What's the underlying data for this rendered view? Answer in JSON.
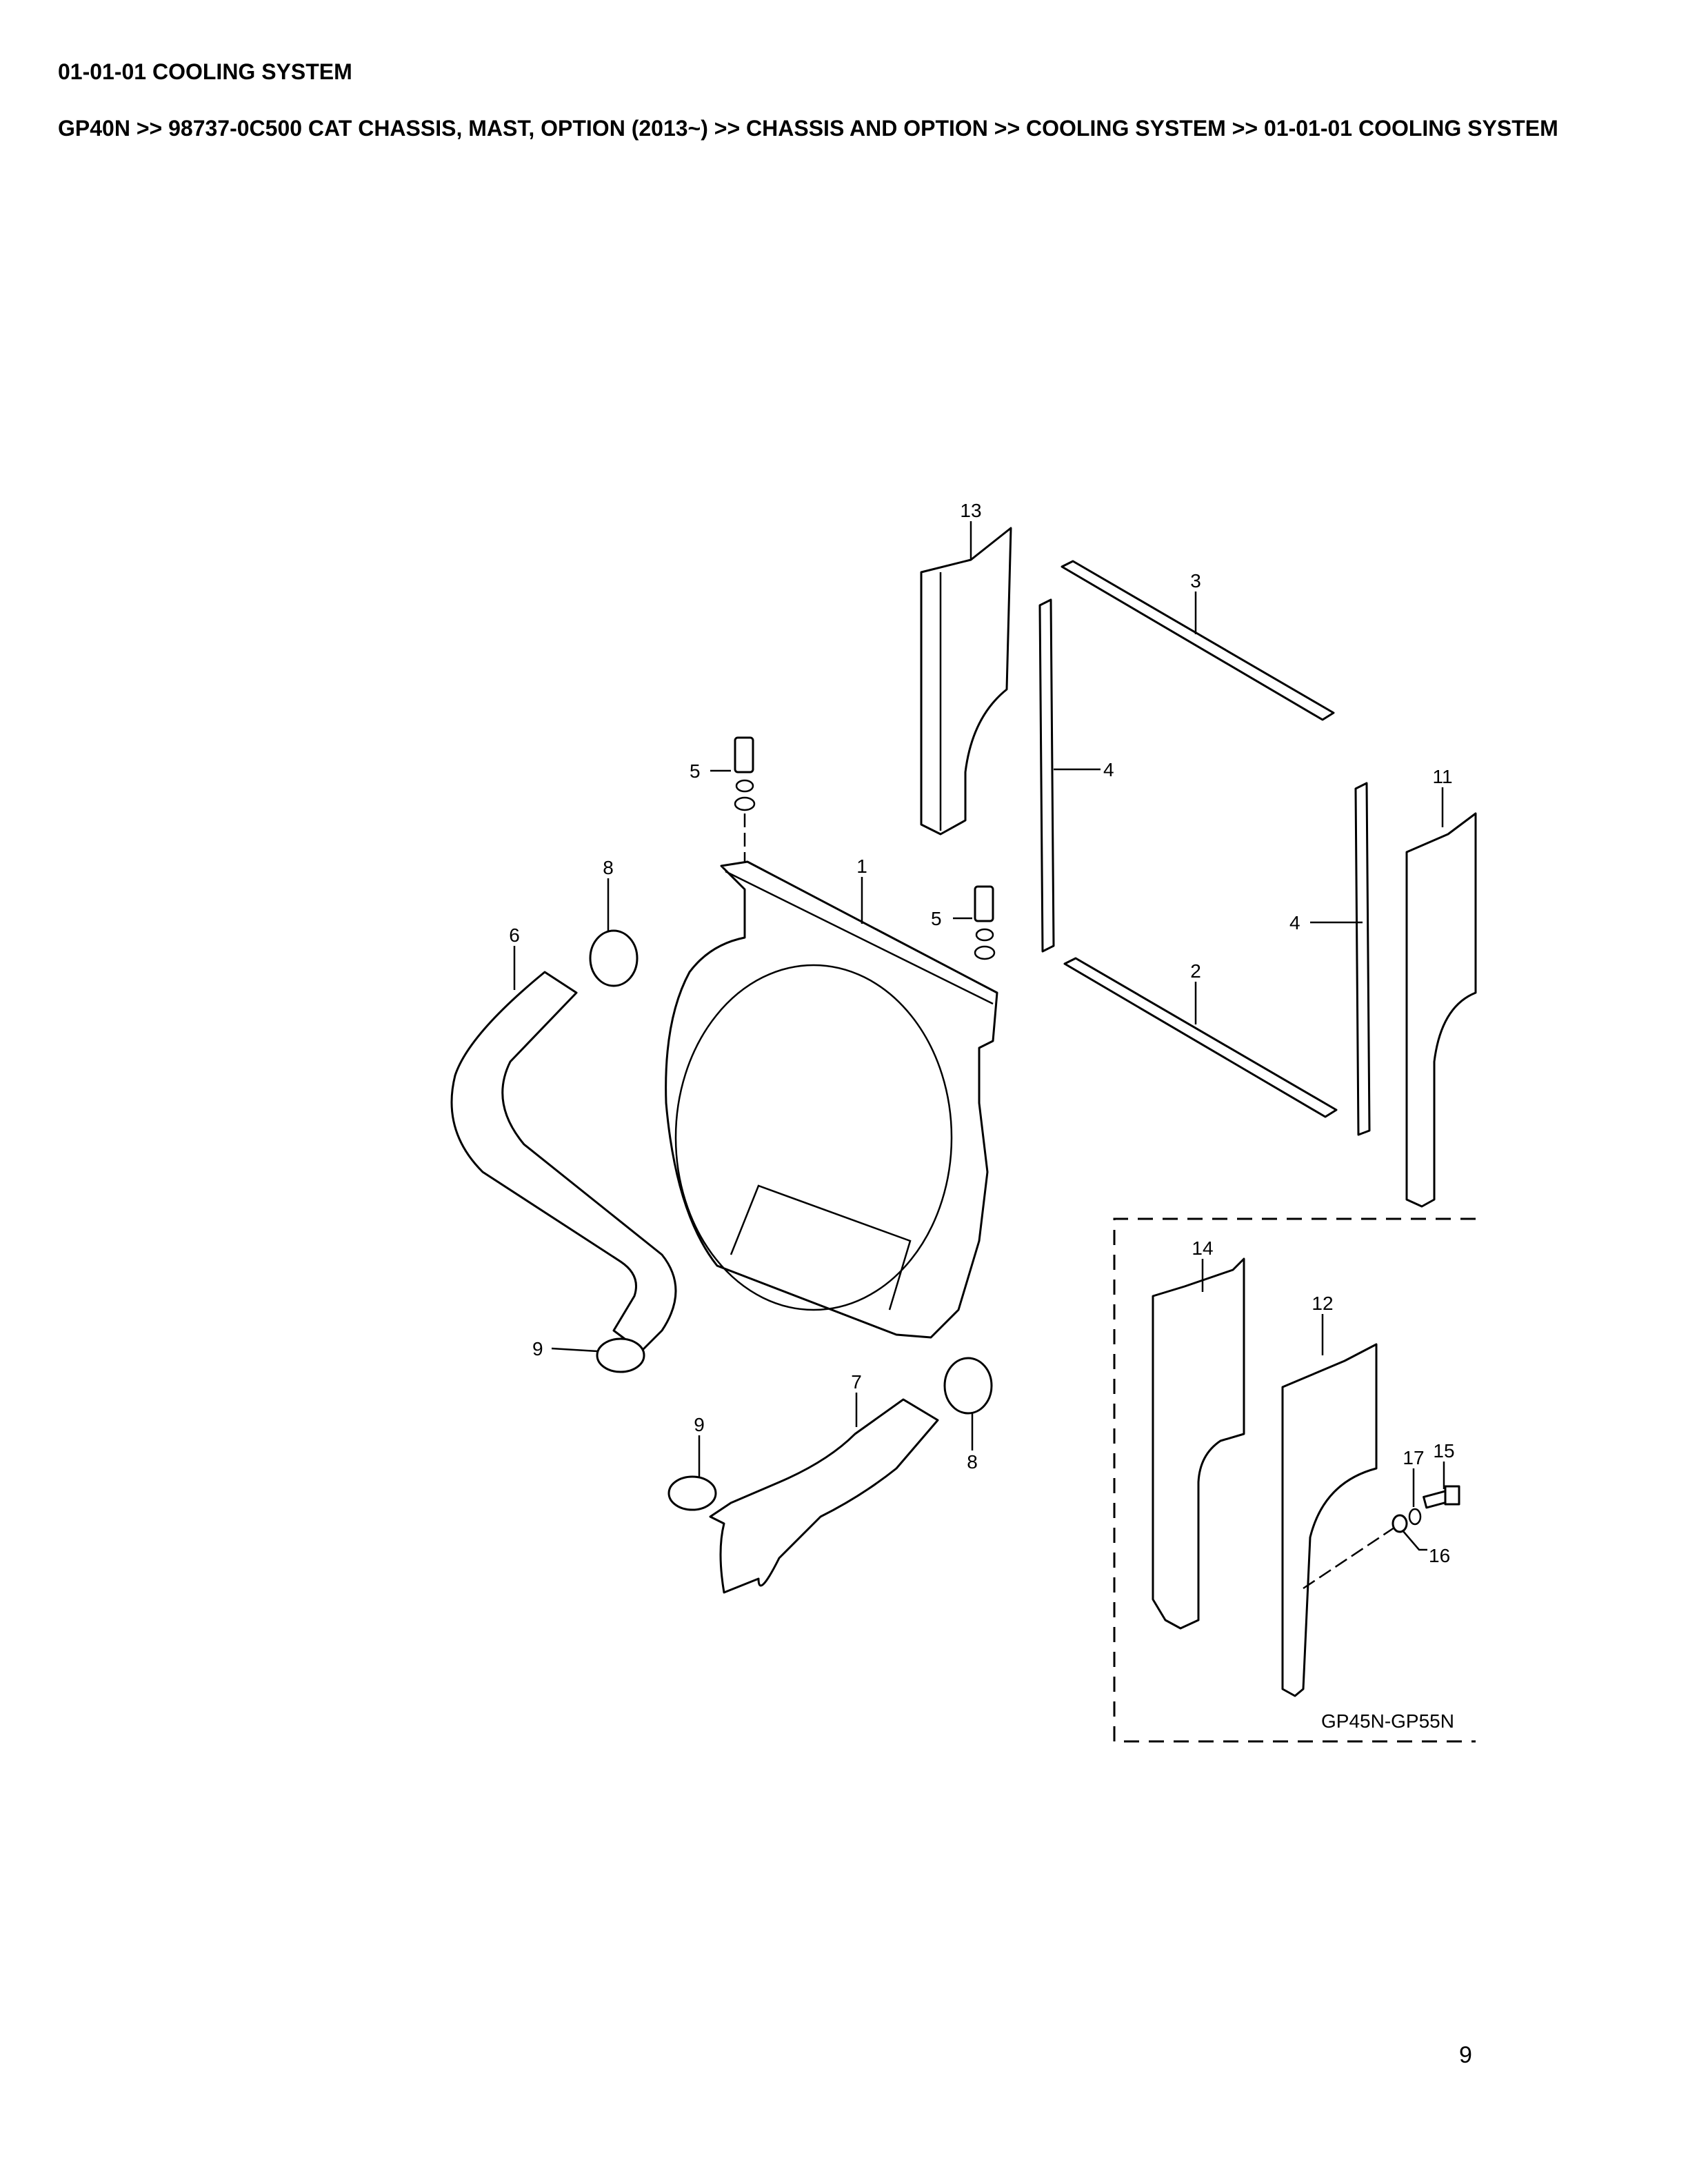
{
  "header": {
    "title": "01-01-01 COOLING SYSTEM",
    "breadcrumb": "GP40N >> 98737-0C500 CAT CHASSIS, MAST, OPTION (2013~) >> CHASSIS AND OPTION >> COOLING SYSTEM >> 01-01-01 COOLING SYSTEM"
  },
  "diagram": {
    "callouts": {
      "c1": "1",
      "c2": "2",
      "c3": "3",
      "c4a": "4",
      "c4b": "4",
      "c5a": "5",
      "c5b": "5",
      "c6": "6",
      "c7": "7",
      "c8a": "8",
      "c8b": "8",
      "c9a": "9",
      "c9b": "9",
      "c11": "11",
      "c12": "12",
      "c13": "13",
      "c14": "14",
      "c15": "15",
      "c16": "16",
      "c17": "17"
    },
    "variant_label": "GP45N-GP55N"
  },
  "footer": {
    "page_number": "9"
  }
}
